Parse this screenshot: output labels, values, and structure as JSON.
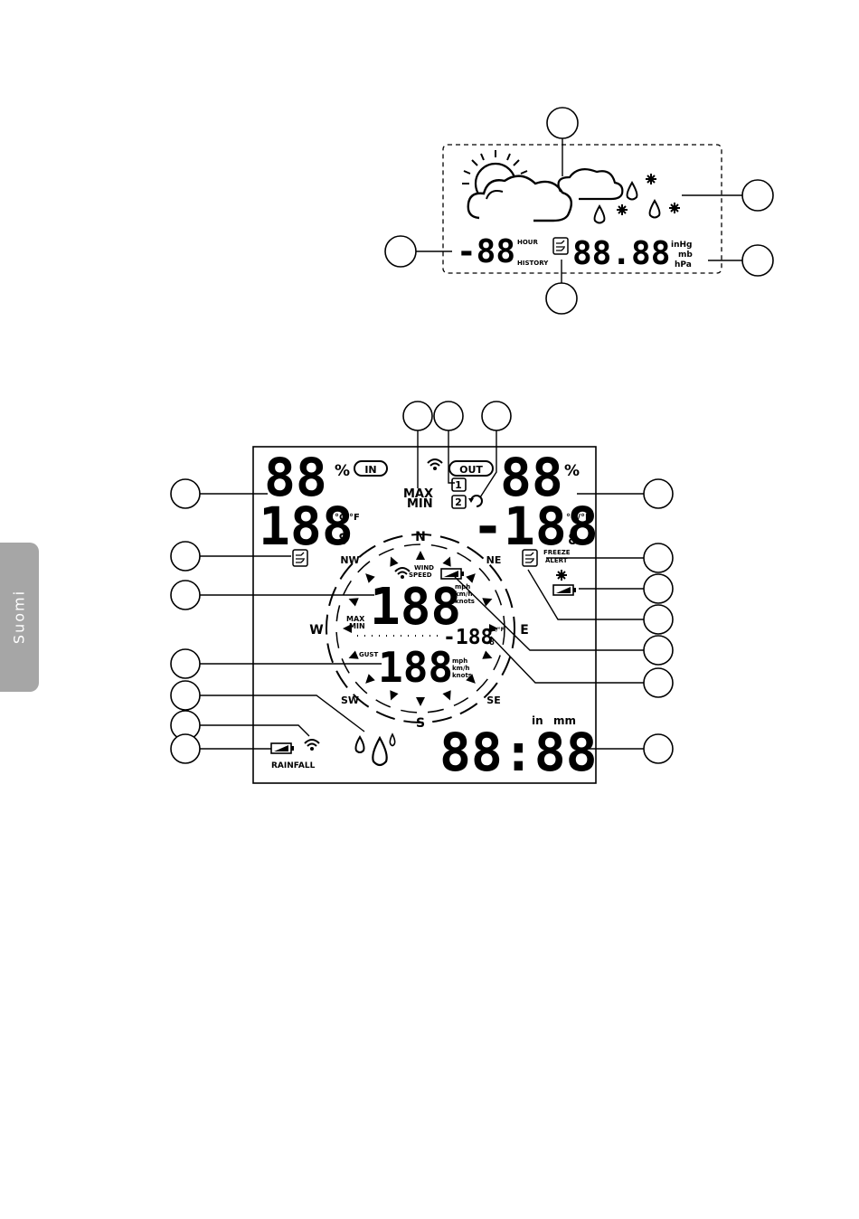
{
  "side_tab": {
    "label": "Suomi"
  },
  "forecast_panel": {
    "hour_value": "-88",
    "hour_label": "HOUR",
    "history_label": "HISTORY",
    "pressure_value": "88.88",
    "unit_inhg": "inHg",
    "unit_mb": "mb",
    "unit_hpa": "hPa"
  },
  "main_lcd": {
    "indoor": {
      "humidity": "88",
      "humidity_unit": "%",
      "tag": "IN",
      "temperature": "188",
      "temperature_unit": "°C/°F",
      "decimal": "8"
    },
    "outdoor": {
      "humidity": "88",
      "humidity_unit": "%",
      "tag": "OUT",
      "temperature": "-188",
      "temperature_unit": "°C/°F",
      "decimal": "8",
      "channel_1": "1",
      "channel_2": "2"
    },
    "max_label": "MAX",
    "min_label": "MIN",
    "freeze_label": "FREEZE",
    "alert_label": "ALERT",
    "compass": {
      "north": "N",
      "northeast": "NE",
      "east": "E",
      "southeast": "SE",
      "south": "S",
      "southwest": "SW",
      "west": "W",
      "northwest": "NW"
    },
    "wind": {
      "wind_label": "WIND",
      "speed_label": "SPEED",
      "speed_value": "188",
      "units": [
        "mph",
        "km/h",
        "knots"
      ],
      "max_label": "MAX",
      "min_label": "MIN",
      "gust_label": "GUST",
      "gust_value": "188",
      "gust_units": [
        "mph",
        "km/h",
        "knots"
      ],
      "chill_value": "-188",
      "chill_unit": "°C/°F",
      "chill_decimal": "8"
    },
    "rain": {
      "label": "RAINFALL",
      "unit_in": "in",
      "unit_mm": "mm",
      "value": "88:88"
    }
  }
}
